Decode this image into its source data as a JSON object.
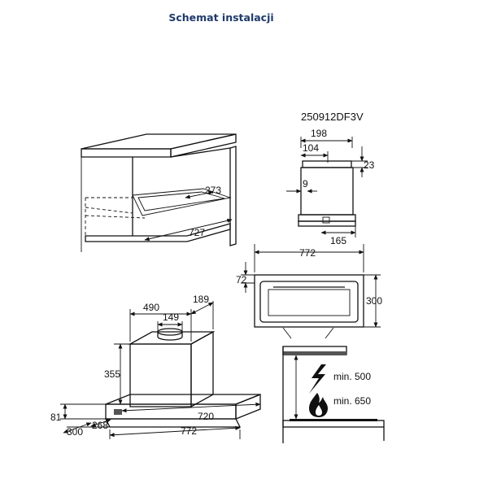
{
  "page": {
    "title": "Schemat instalacji"
  },
  "model": "250912DF3V",
  "cabinet": {
    "depth": "273",
    "width": "727"
  },
  "side_view": {
    "total_depth": "198",
    "duct_offset": "104",
    "top_gap": "23",
    "front_gap": "9",
    "bottom_depth": "165"
  },
  "front_view": {
    "width": "772",
    "front_gap": "72",
    "height": "300"
  },
  "installation": {
    "min_electric": "min. 500",
    "min_gas": "min. 650",
    "icons": [
      "lightning-icon",
      "flame-icon"
    ]
  },
  "iso_view": {
    "chimney_width": "490",
    "chimney_depth": "189",
    "duct_diameter": "149",
    "chimney_height": "355",
    "hood_thickness": "81",
    "hood_depth": "300",
    "front_depth": "268",
    "inner_width": "720",
    "outer_width": "772"
  }
}
